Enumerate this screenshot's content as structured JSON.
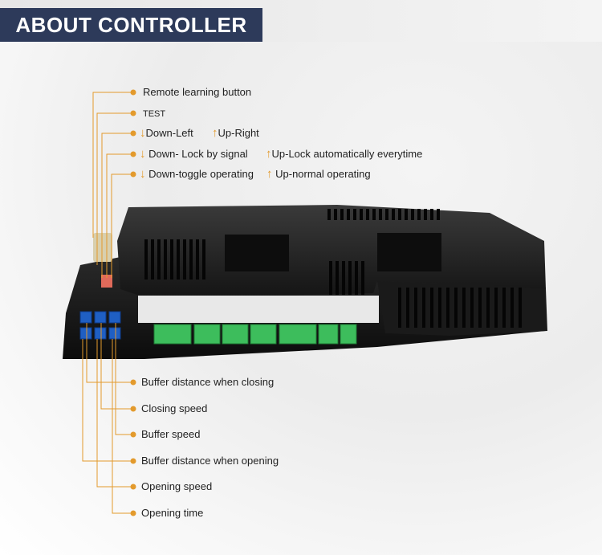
{
  "title": "ABOUT CONTROLLER",
  "accent_color": "#e39a2c",
  "title_bg_color": "#2d3a5a",
  "top_labels": [
    {
      "text": "Remote learning button"
    },
    {
      "text": "TEST"
    },
    {
      "left_arrow": "↓",
      "left": "Down-Left",
      "right_arrow": "↑",
      "right": "Up-Right"
    },
    {
      "left_arrow": "↓",
      "left": "Down- Lock by signal",
      "right_arrow": "↑",
      "right": "Up-Lock automatically everytime"
    },
    {
      "left_arrow": "↓",
      "left": "Down-toggle operating",
      "right_arrow": "↑",
      "right": "Up-normal operating"
    }
  ],
  "bottom_labels": [
    "Buffer distance when closing",
    "Closing speed",
    "Buffer speed",
    "Buffer distance  when opening",
    "Opening speed",
    "Opening time"
  ]
}
